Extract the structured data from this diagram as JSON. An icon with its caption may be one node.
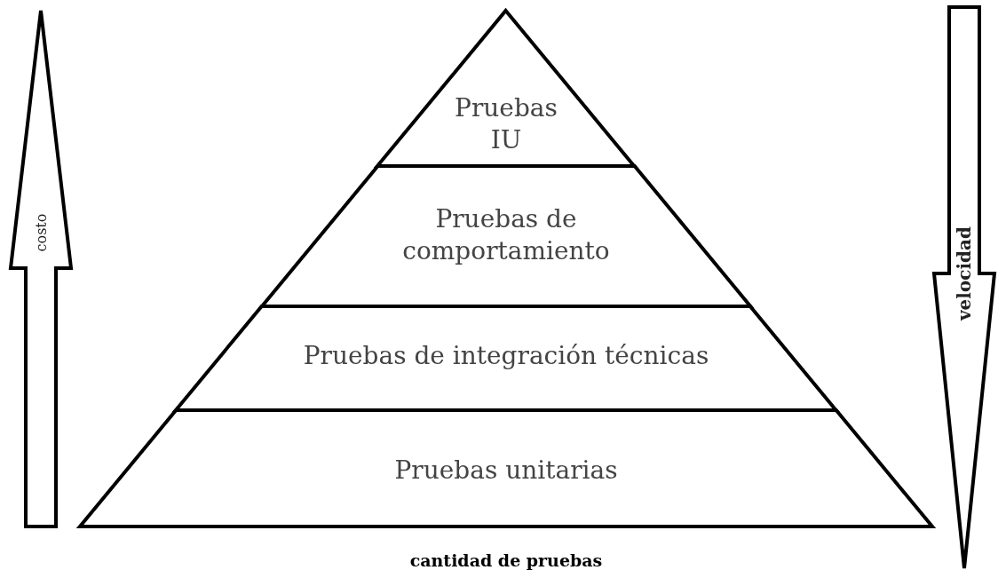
{
  "diagram": {
    "nodes": [
      {
        "text": [
          "Pruebas IU"
        ]
      },
      {
        "text": [
          "Pruebas de comportamiento"
        ]
      },
      {
        "text": [
          "Pruebas de integración técnicas"
        ]
      },
      {
        "text": [
          "Pruebas unitarias"
        ]
      },
      {
        "text": [
          "costo"
        ]
      },
      {
        "text": [
          "velocidad"
        ]
      }
    ],
    "labels": [
      "cantidad de pruebas"
    ]
  }
}
